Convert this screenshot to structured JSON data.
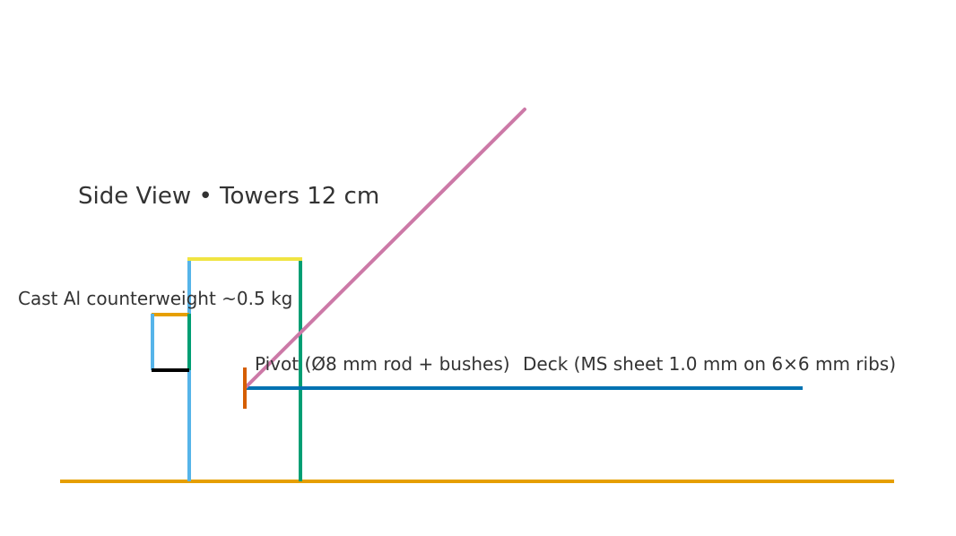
{
  "diagram": {
    "title": "Side View • Towers 12 cm",
    "labels": {
      "counterweight": "Cast Al counterweight ~0.5 kg",
      "pivot": "Pivot (Ø8 mm rod + bushes)",
      "deck": "Deck (MS sheet 1.0 mm on 6×6 mm ribs)"
    },
    "colors": {
      "ground": "#e69f00",
      "tower_left": "#56b4e9",
      "tower_right": "#009e73",
      "tower_top_beam": "#f0e442",
      "counterweight_top": "#e69f00",
      "counterweight_left": "#56b4e9",
      "counterweight_right": "#009e73",
      "counterweight_bottom": "#000000",
      "pivot": "#d55e00",
      "deck": "#0072b2",
      "raised_deck": "#cc79a7",
      "text": "#333333"
    }
  }
}
